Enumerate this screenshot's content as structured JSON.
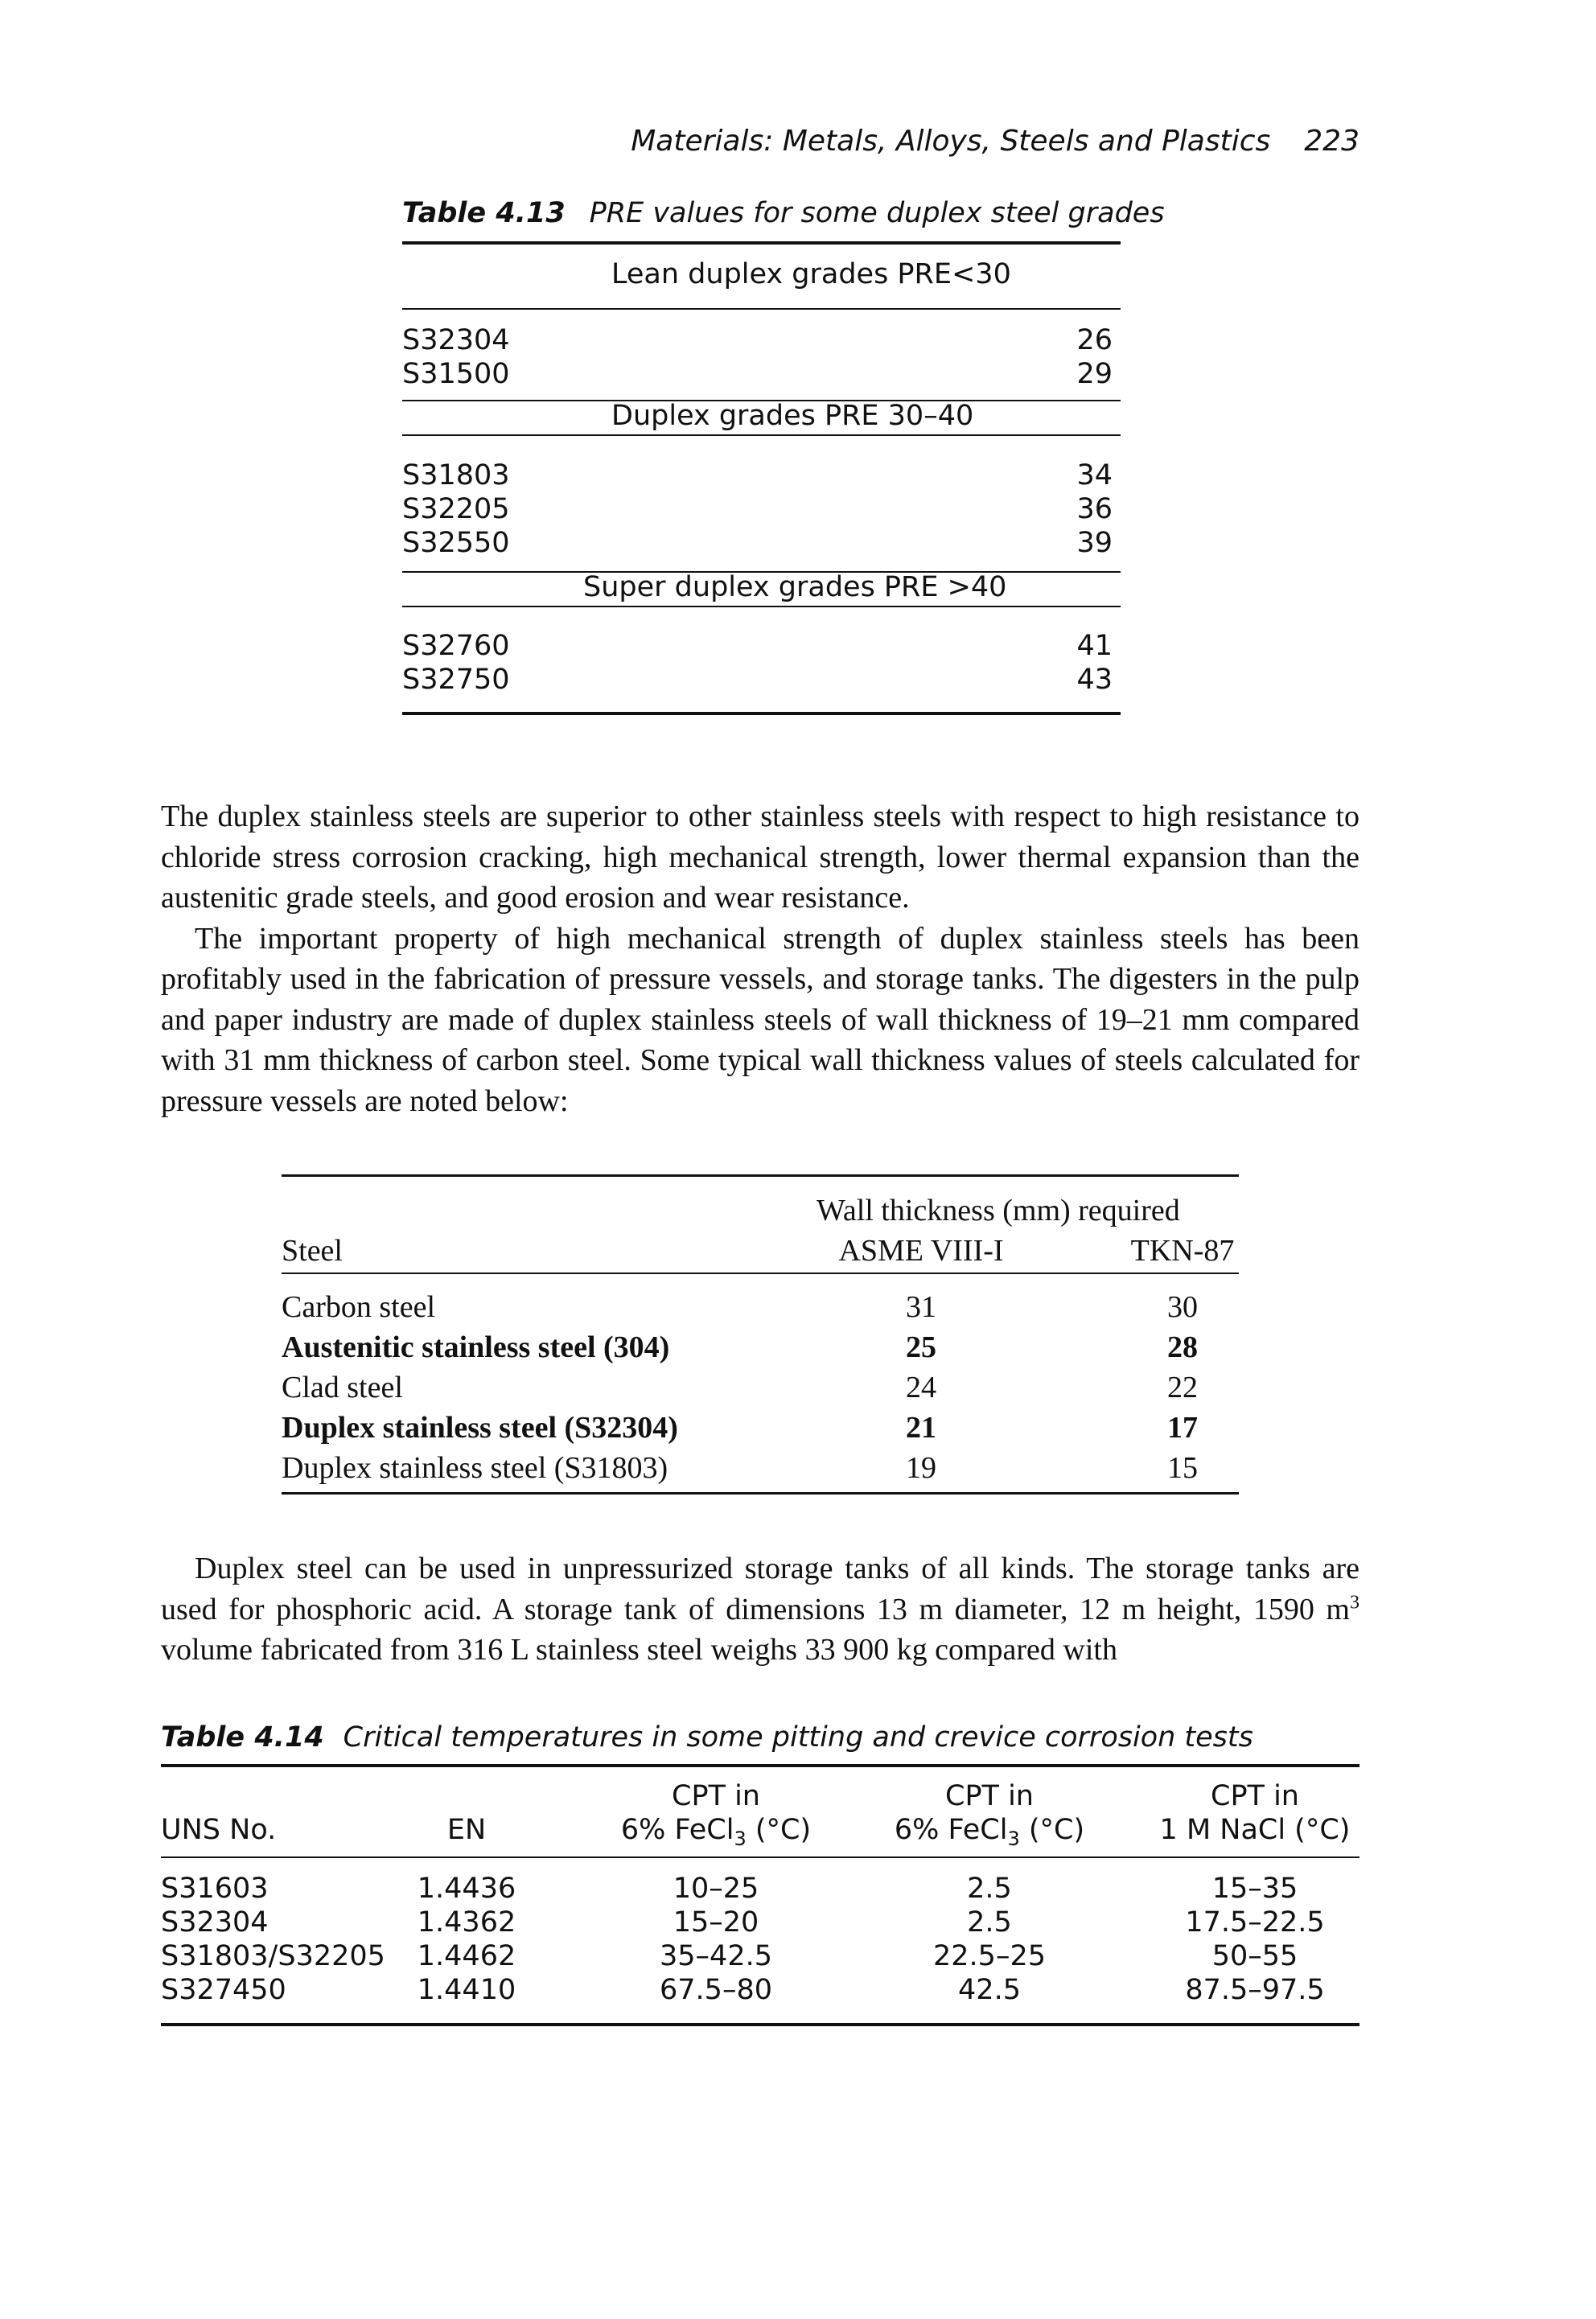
{
  "header": {
    "running_title": "Materials: Metals, Alloys, Steels and Plastics",
    "page_number": "223"
  },
  "table_4_13": {
    "label": "Table 4.13",
    "title": "PRE values for some duplex steel grades",
    "groups": [
      {
        "heading": "Lean duplex grades PRE<30",
        "rows": [
          {
            "grade": "S32304",
            "pre": "26"
          },
          {
            "grade": "S31500",
            "pre": "29"
          }
        ]
      },
      {
        "heading": "Duplex grades PRE 30–40",
        "rows": [
          {
            "grade": "S31803",
            "pre": "34"
          },
          {
            "grade": "S32205",
            "pre": "36"
          },
          {
            "grade": "S32550",
            "pre": "39"
          }
        ]
      },
      {
        "heading": "Super duplex grades PRE >40",
        "rows": [
          {
            "grade": "S32760",
            "pre": "41"
          },
          {
            "grade": "S32750",
            "pre": "43"
          }
        ]
      }
    ]
  },
  "paragraphs": {
    "p1": "The duplex stainless steels are superior to other stainless steels with respect to high resistance to chloride stress corrosion cracking, high mechanical strength, lower thermal expansion than the austenitic grade steels, and good erosion and wear resistance.",
    "p2": "The important property of high mechanical strength of duplex stainless steels has been profitably used in the fabrication of pressure vessels, and storage tanks. The digesters in the pulp and paper industry are made of duplex stainless steels of wall thickness of 19–21 mm compared with 31 mm thickness of carbon steel. Some typical wall thickness values of steels calculated for pressure vessels are noted below:",
    "p3_a": "Duplex steel can be used in unpressurized storage tanks of all kinds. The storage tanks are used for phosphoric acid. A storage tank of dimensions 13 m diameter, 12 m height, 1590 m",
    "p3_sup": "3",
    "p3_b": " volume fabricated from 316 L stainless steel weighs 33 900 kg compared with"
  },
  "wall_table": {
    "super_header": "Wall thickness (mm) required",
    "col_steel": "Steel",
    "col_asme": "ASME VIII-I",
    "col_tkn": "TKN-87",
    "rows": [
      {
        "steel": "Carbon steel",
        "asme": "31",
        "tkn": "30",
        "bold": false
      },
      {
        "steel": "Austenitic stainless steel (304)",
        "asme": "25",
        "tkn": "28",
        "bold": true
      },
      {
        "steel": "Clad steel",
        "asme": "24",
        "tkn": "22",
        "bold": false
      },
      {
        "steel": "Duplex stainless steel (S32304)",
        "asme": "21",
        "tkn": "17",
        "bold": true
      },
      {
        "steel": "Duplex stainless steel (S31803)",
        "asme": "19",
        "tkn": "15",
        "bold": false
      }
    ]
  },
  "table_4_14": {
    "label": "Table 4.14",
    "title": "Critical temperatures in some pitting and crevice corrosion tests",
    "headers": {
      "uns": "UNS No.",
      "en": "EN",
      "cpt1_l1": "CPT in",
      "cpt1_l2a": "6% FeCl",
      "cpt1_l2sub": "3",
      "cpt1_l2b": " (°C)",
      "cpt2_l1": "CPT in",
      "cpt2_l2a": "6% FeCl",
      "cpt2_l2sub": "3",
      "cpt2_l2b": " (°C)",
      "cpt3_l1": "CPT in",
      "cpt3_l2": "1 M NaCl (°C)"
    },
    "rows": [
      {
        "uns": "S31603",
        "en": "1.4436",
        "cpt1": "10–25",
        "cpt2": "2.5",
        "cpt3": "15–35"
      },
      {
        "uns": "S32304",
        "en": "1.4362",
        "cpt1": "15–20",
        "cpt2": "2.5",
        "cpt3": "17.5–22.5"
      },
      {
        "uns": "S31803/S32205",
        "en": "1.4462",
        "cpt1": "35–42.5",
        "cpt2": "22.5–25",
        "cpt3": "50–55"
      },
      {
        "uns": "S327450",
        "en": "1.4410",
        "cpt1": "67.5–80",
        "cpt2": "42.5",
        "cpt3": "87.5–97.5"
      }
    ]
  }
}
